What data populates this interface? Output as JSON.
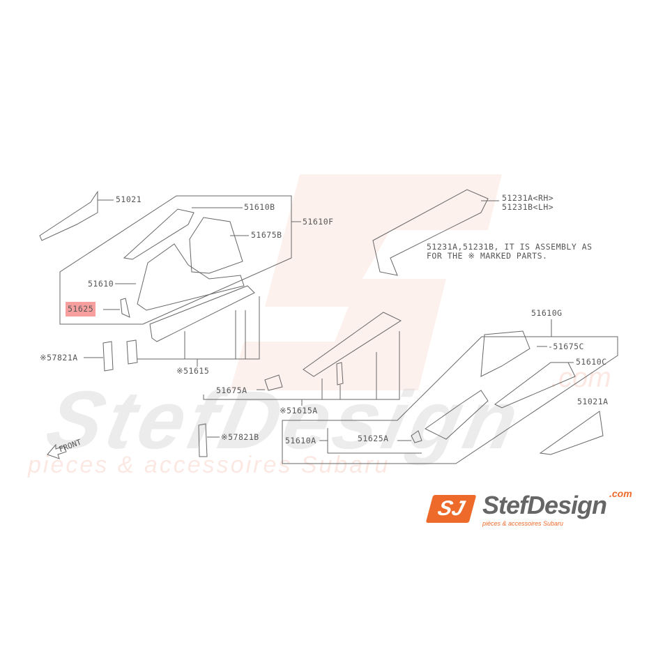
{
  "parts": {
    "p51021": "51021",
    "p51610B": "51610B",
    "p51610F": "51610F",
    "p51675B": "51675B",
    "p51610": "51610",
    "p51625": "51625",
    "p57821A": "※57821A",
    "p51615": "※51615",
    "p51231A": "51231A<RH>",
    "p51231B": "51231B<LH>",
    "p51610G": "51610G",
    "p51675C": "-51675C",
    "p51610C": "51610C",
    "p51675A": "51675A",
    "p51615A": "※51615A",
    "p51021A": "51021A",
    "p57821B": "※57821B",
    "p51610A": "51610A",
    "p51625A": "51625A"
  },
  "note": {
    "line1": "51231A,51231B, IT IS ASSEMBLY AS",
    "line2": "FOR THE ※ MARKED PARTS."
  },
  "front_label": "FRONT",
  "highlighted_part": "51625",
  "watermark": {
    "name": "StefDesign",
    "tagline": "pieces & accessoires Subaru",
    "com": ".com"
  },
  "logo": {
    "mark": "SJ",
    "name": "StefDesign",
    "com": ".com",
    "tagline": "pièces & accessoires Subaru"
  },
  "colors": {
    "accent": "#ee6a2a",
    "highlight": "#f05050",
    "line": "#555555"
  }
}
